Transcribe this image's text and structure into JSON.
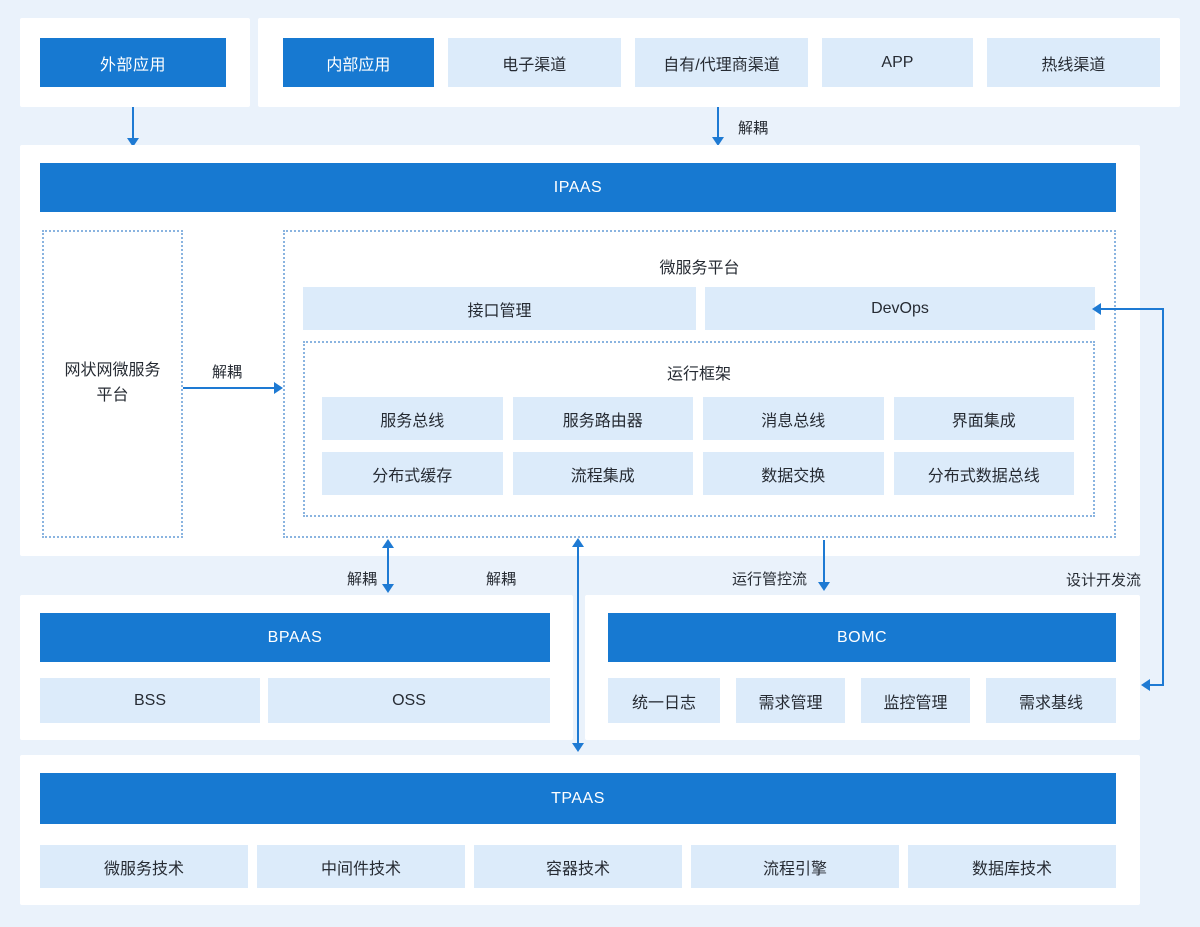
{
  "colors": {
    "accent": "#1779d1",
    "light_box": "#dcebfa",
    "panel": "#ffffff",
    "background": "#eaf2fb",
    "arrow": "#1e7ad3",
    "dotted_border": "#8ab4e0",
    "text_dark": "#262b33"
  },
  "top": {
    "external_app": "外部应用",
    "internal_app": "内部应用",
    "channels": [
      "电子渠道",
      "自有/代理商渠道",
      "APP",
      "热线渠道"
    ]
  },
  "flow_labels": {
    "decouple_top": "解耦",
    "decouple_mesh": "解耦",
    "decouple_bpaas": "解耦",
    "decouple_tpaas": "解耦",
    "runtime_control_flow": "运行管控流",
    "design_dev_flow": "设计开发流"
  },
  "ipaas": {
    "title": "IPAAS",
    "mesh_platform": "网状网微服务平台",
    "microservice_platform": {
      "title": "微服务平台",
      "interface_mgmt": "接口管理",
      "devops": "DevOps",
      "runtime_framework": {
        "title": "运行框架",
        "row1": [
          "服务总线",
          "服务路由器",
          "消息总线",
          "界面集成"
        ],
        "row2": [
          "分布式缓存",
          "流程集成",
          "数据交换",
          "分布式数据总线"
        ]
      }
    }
  },
  "bpaas": {
    "title": "BPAAS",
    "items": [
      "BSS",
      "OSS"
    ]
  },
  "bomc": {
    "title": "BOMC",
    "items": [
      "统一日志",
      "需求管理",
      "监控管理",
      "需求基线"
    ]
  },
  "tpaas": {
    "title": "TPAAS",
    "items": [
      "微服务技术",
      "中间件技术",
      "容器技术",
      "流程引擎",
      "数据库技术"
    ]
  }
}
